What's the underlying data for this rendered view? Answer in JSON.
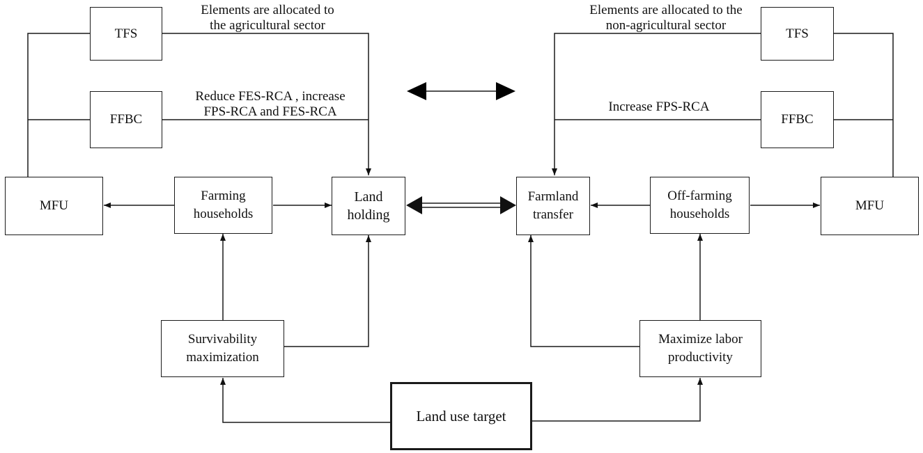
{
  "left": {
    "tfs": "TFS",
    "ffbc": "FFBC",
    "mfu": "MFU",
    "households": [
      "Farming",
      "households"
    ],
    "land_holding": [
      "Land",
      "holding"
    ],
    "target_box": [
      "Survivability",
      "maximization"
    ],
    "tfs_label": [
      "Elements are allocated to",
      "the agricultural sector"
    ],
    "ffbc_label": [
      "Reduce FES-RCA , increase",
      "FPS-RCA and FES-RCA"
    ]
  },
  "right": {
    "tfs": "TFS",
    "ffbc": "FFBC",
    "mfu": "MFU",
    "households": [
      "Off-farming",
      "households"
    ],
    "farmland_transfer": [
      "Farmland",
      "transfer"
    ],
    "target_box": [
      "Maximize labor",
      "productivity"
    ],
    "tfs_label": [
      "Elements are allocated to the",
      "non-agricultural sector"
    ],
    "ffbc_label": "Increase FPS-RCA"
  },
  "bottom": {
    "land_use_target": "Land use target"
  }
}
